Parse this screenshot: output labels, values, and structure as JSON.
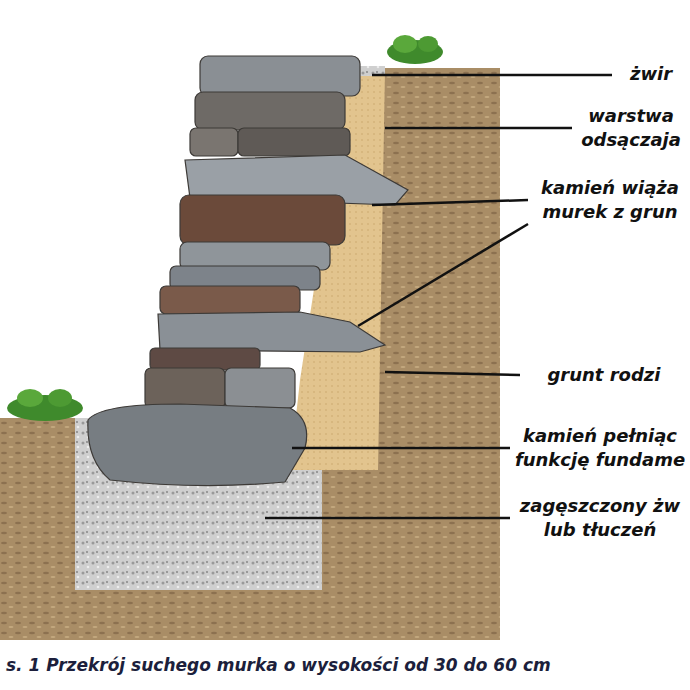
{
  "diagram": {
    "caption": "s. 1 Przekrój suchego murka o wysokości od 30 do 60 cm",
    "labels": [
      "żwir",
      "warstwa odsączaja",
      "kamień wiąża murek z grun",
      "grunt rodzi",
      "kamień pełniąc funkcję fundame",
      "zagęszczony żw lub tłuczeń"
    ]
  }
}
